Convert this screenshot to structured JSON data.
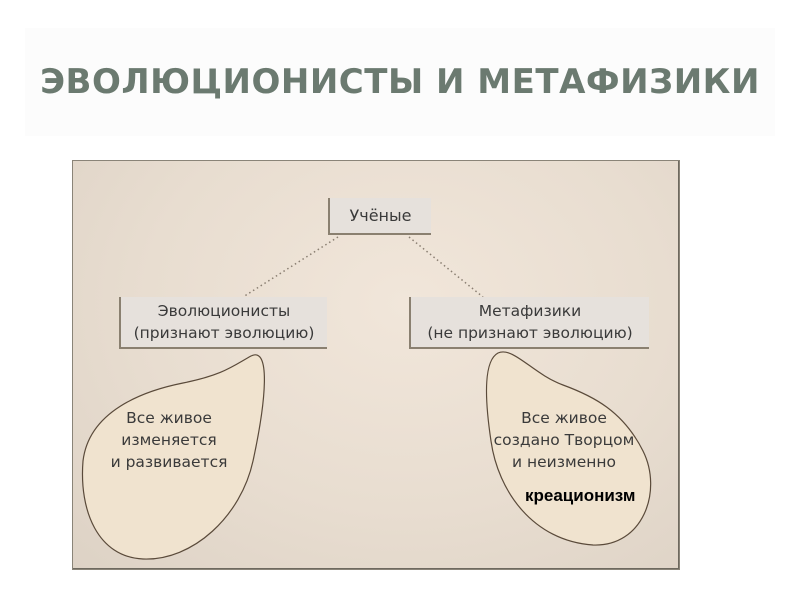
{
  "slide": {
    "title": "ЭВОЛЮЦИОНИСТЫ И МЕТАФИЗИКИ"
  },
  "diagram": {
    "root": {
      "label": "Учёные"
    },
    "left_node": {
      "line1": "Эволюционисты",
      "line2": "(признают эволюцию)"
    },
    "right_node": {
      "line1": "Метафизики",
      "line2": "(не признают эволюцию)"
    },
    "left_callout": {
      "line1": "Все живое",
      "line2": "изменяется",
      "line3": "и развивается"
    },
    "right_callout": {
      "line1": "Все живое",
      "line2": "создано Творцом",
      "line3": "и неизменно"
    },
    "annotation": "креационизм"
  },
  "colors": {
    "title": "#6b7a70",
    "node_fill": "#e6e1dc",
    "callout_fill": "#f0e3cf",
    "callout_stroke": "#5a4a3a",
    "frame_bg": "#e8ddd0"
  }
}
